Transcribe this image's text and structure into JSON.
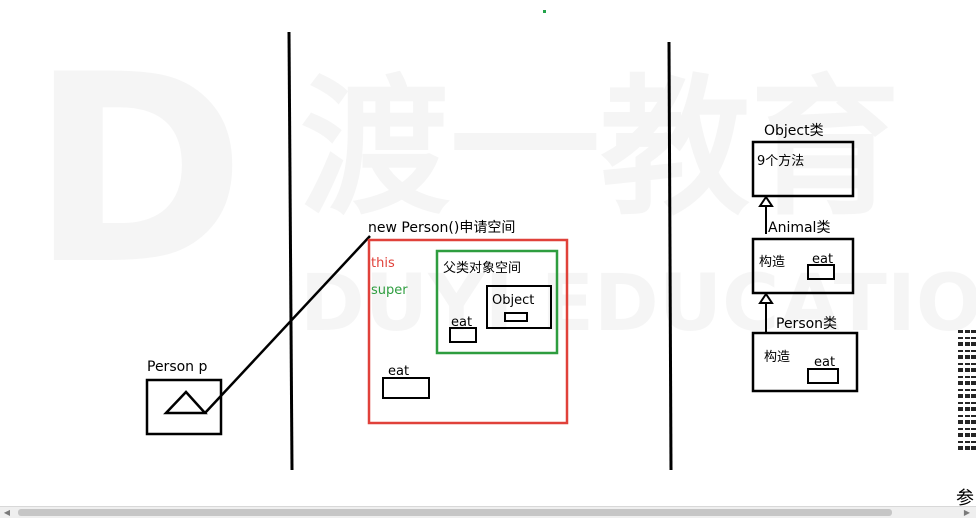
{
  "watermark": {
    "brand_cn": "渡一教育",
    "brand_en": "DUYI EDUCATION"
  },
  "stack": {
    "var_label": "Person  p"
  },
  "heap": {
    "title": "new Person()申请空间",
    "this_label": "this",
    "super_label": "super",
    "parent_space_label": "父类对象空间",
    "object_label": "Object",
    "parent_eat_label": "eat",
    "own_eat_label": "eat"
  },
  "classes": {
    "object_title": "Object类",
    "object_methods": "9个方法",
    "animal_title": "Animal类",
    "animal_ctor": "构造",
    "animal_eat": "eat",
    "person_title": "Person类",
    "person_ctor": "构造",
    "person_eat": "eat"
  },
  "side": {
    "char": "参"
  },
  "colors": {
    "heap_border": "#e0413a",
    "parent_border": "#2e9d3f",
    "this_text": "#e0413a",
    "super_text": "#2e9d3f",
    "cursor_dot": "#22a34a"
  }
}
